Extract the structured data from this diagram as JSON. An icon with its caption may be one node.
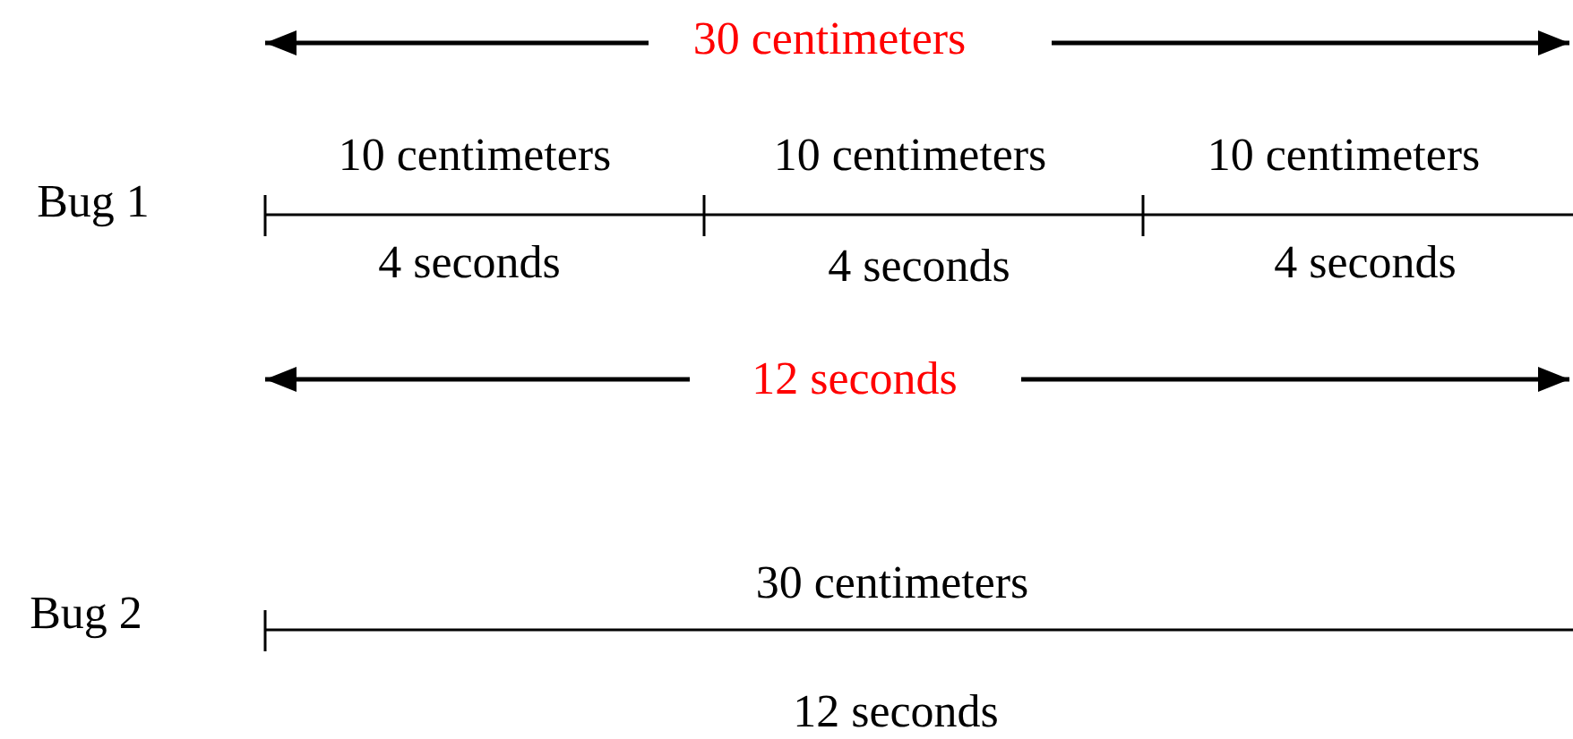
{
  "diagram": {
    "labels": [
      "30 centimeters",
      "Bug 1",
      "10 centimeters",
      "10 centimeters",
      "10 centimeters",
      "4 seconds",
      "4 seconds",
      "4 seconds",
      "12 seconds",
      "Bug 2",
      "30 centimeters",
      "12 seconds"
    ]
  }
}
